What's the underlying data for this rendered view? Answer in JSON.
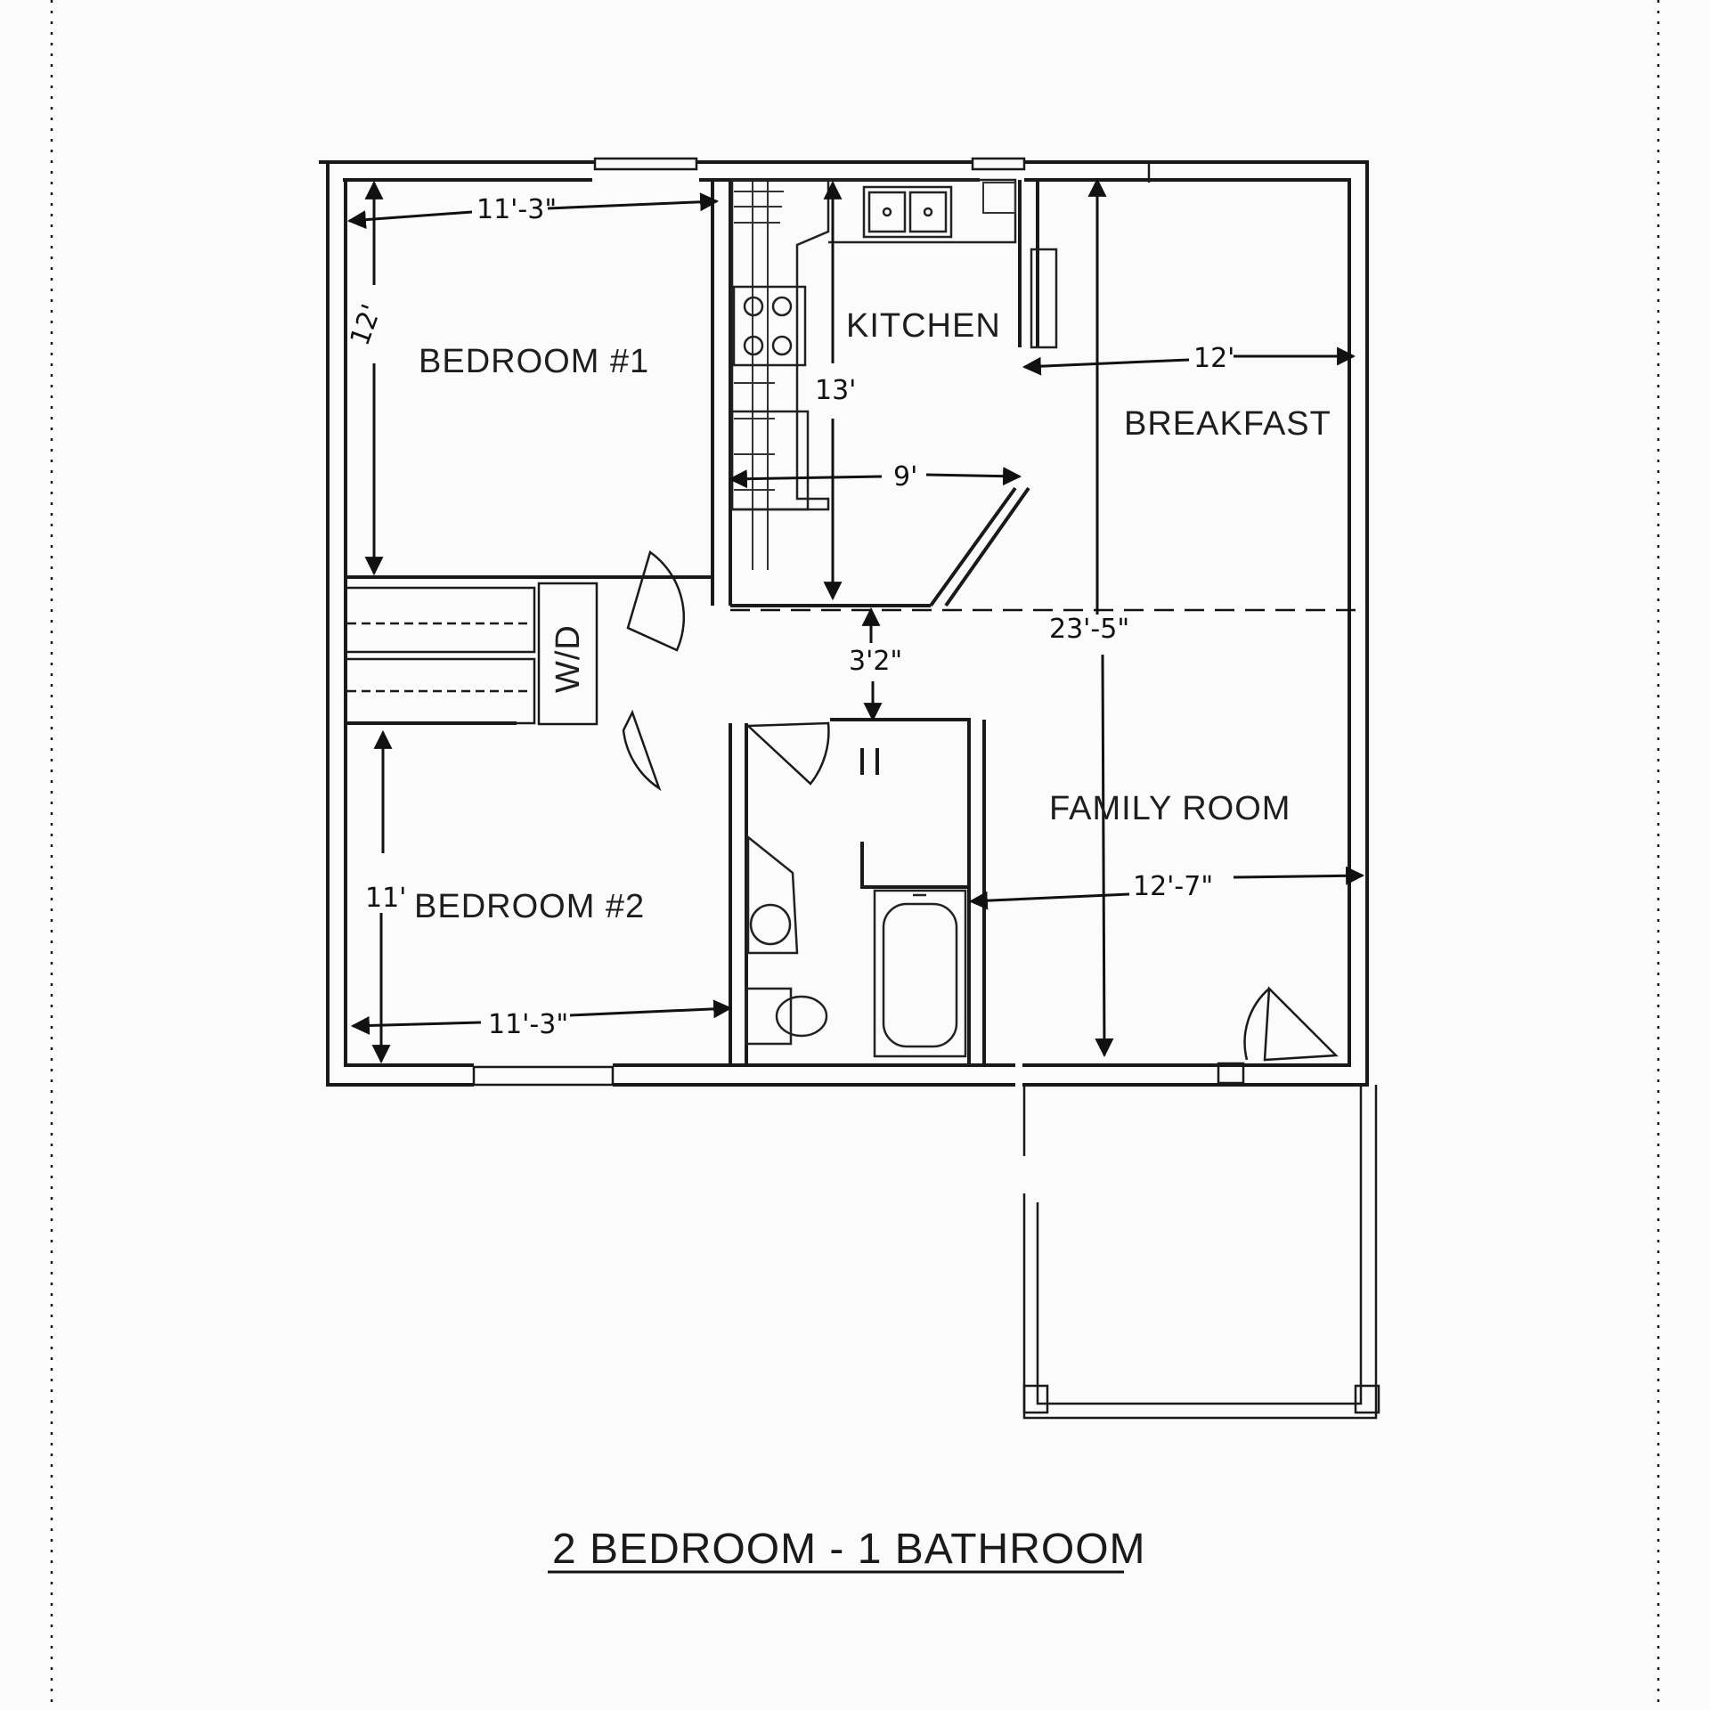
{
  "rooms": {
    "bedroom1": "BEDROOM #1",
    "kitchen": "KITCHEN",
    "breakfast": "BREAKFAST",
    "washer_dryer": "W/D",
    "family_room": "FAMILY ROOM",
    "bedroom2": "BEDROOM #2"
  },
  "dimensions": {
    "bedroom1_width": "11'-3\"",
    "bedroom1_depth": "12'",
    "kitchen_depth": "13'",
    "kitchen_width": "9'",
    "breakfast_width": "12'",
    "overall_depth": "23'-5\"",
    "hall_width": "3'2\"",
    "bedroom2_depth": "11'",
    "bedroom2_width": "11'-3\"",
    "family_room_width": "12'-7\""
  },
  "title": "2 BEDROOM - 1 BATHROOM"
}
